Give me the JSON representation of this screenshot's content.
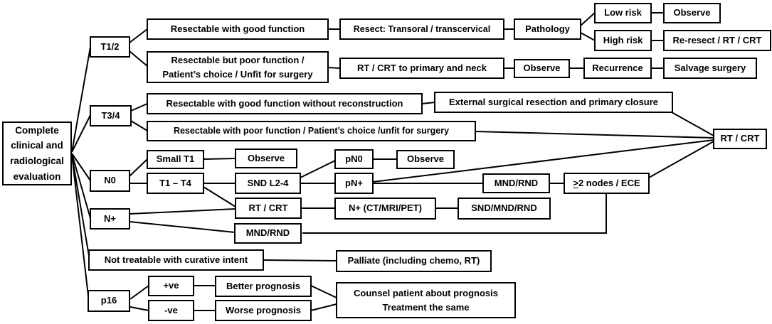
{
  "diagram": {
    "colors": {
      "background": "#ffffff",
      "box_border": "#000000",
      "line": "#000000",
      "text": "#000000"
    },
    "nodes": {
      "root": {
        "label": "Complete clinical and radiological evaluation"
      },
      "t12": {
        "label": "T1/2"
      },
      "resectable_good_function": {
        "label": "Resectable with good function"
      },
      "resect_transoral": {
        "label": "Resect: Transoral / transcervical"
      },
      "pathology": {
        "label": "Pathology"
      },
      "low_risk": {
        "label": "Low risk"
      },
      "observe_low_risk": {
        "label": "Observe"
      },
      "high_risk": {
        "label": "High risk"
      },
      "re_resect": {
        "label": "Re-resect / RT / CRT"
      },
      "resectable_poor_function": {
        "label": "Resectable but poor function /\nPatient’s choice / Unfit for surgery"
      },
      "rt_crt_primary_neck": {
        "label": "RT / CRT to primary and neck"
      },
      "observe_rt": {
        "label": "Observe"
      },
      "recurrence": {
        "label": "Recurrence"
      },
      "salvage_surgery": {
        "label": "Salvage surgery"
      },
      "t34": {
        "label": "T3/4"
      },
      "resectable_good_no_recon": {
        "label": "Resectable with good function without reconstruction"
      },
      "external_resection": {
        "label": "External surgical resection and primary closure"
      },
      "resectable_poor_t34": {
        "label": "Resectable with poor function / Patient’s choice /unfit for surgery"
      },
      "rt_crt_final": {
        "label": "RT / CRT"
      },
      "n0": {
        "label": "N0"
      },
      "small_t1": {
        "label": "Small T1"
      },
      "t1_t4": {
        "label": "T1 – T4"
      },
      "observe_small_t1": {
        "label": "Observe"
      },
      "snd_l24": {
        "label": "SND L2-4"
      },
      "pn0": {
        "label": "pN0"
      },
      "observe_pn0": {
        "label": "Observe"
      },
      "pn_plus": {
        "label": "pN+"
      },
      "mnd_rnd_pn": {
        "label": "MND/RND"
      },
      "ece": {
        "label_prefix": ">",
        "label_rest": "2 nodes / ECE"
      },
      "n_plus": {
        "label": "N+"
      },
      "rt_crt_n": {
        "label": "RT / CRT"
      },
      "n_ct_mri_pet": {
        "label": "N+ (CT/MRI/PET)"
      },
      "snd_mnd_rnd": {
        "label": "SND/MND/RND"
      },
      "mnd_rnd_n": {
        "label": "MND/RND"
      },
      "not_treatable": {
        "label": "Not treatable with curative intent"
      },
      "palliate": {
        "label": "Palliate (including chemo, RT)"
      },
      "p16": {
        "label": "p16"
      },
      "p16_positive": {
        "label": "+ve"
      },
      "p16_negative": {
        "label": "-ve"
      },
      "better_prognosis": {
        "label": "Better prognosis"
      },
      "worse_prognosis": {
        "label": "Worse prognosis"
      },
      "counsel": {
        "label": "Counsel patient about prognosis\nTreatment the same"
      }
    },
    "edges": [
      {
        "from": "root",
        "to": "t12"
      },
      {
        "from": "root",
        "to": "t34"
      },
      {
        "from": "root",
        "to": "n0"
      },
      {
        "from": "root",
        "to": "n_plus"
      },
      {
        "from": "root",
        "to": "not_treatable"
      },
      {
        "from": "root",
        "to": "p16"
      },
      {
        "from": "t12",
        "to": "resectable_good_function"
      },
      {
        "from": "t12",
        "to": "resectable_poor_function"
      },
      {
        "from": "resectable_good_function",
        "to": "resect_transoral"
      },
      {
        "from": "resect_transoral",
        "to": "pathology"
      },
      {
        "from": "pathology",
        "to": "low_risk"
      },
      {
        "from": "pathology",
        "to": "high_risk"
      },
      {
        "from": "low_risk",
        "to": "observe_low_risk"
      },
      {
        "from": "high_risk",
        "to": "re_resect"
      },
      {
        "from": "resectable_poor_function",
        "to": "rt_crt_primary_neck"
      },
      {
        "from": "rt_crt_primary_neck",
        "to": "observe_rt"
      },
      {
        "from": "observe_rt",
        "to": "recurrence"
      },
      {
        "from": "recurrence",
        "to": "salvage_surgery"
      },
      {
        "from": "t34",
        "to": "resectable_good_no_recon"
      },
      {
        "from": "t34",
        "to": "resectable_poor_t34"
      },
      {
        "from": "resectable_good_no_recon",
        "to": "external_resection"
      },
      {
        "from": "external_resection",
        "to": "rt_crt_final"
      },
      {
        "from": "resectable_poor_t34",
        "to": "rt_crt_final"
      },
      {
        "from": "n0",
        "to": "small_t1"
      },
      {
        "from": "n0",
        "to": "t1_t4"
      },
      {
        "from": "small_t1",
        "to": "observe_small_t1"
      },
      {
        "from": "t1_t4",
        "to": "snd_l24"
      },
      {
        "from": "t1_t4",
        "to": "rt_crt_n"
      },
      {
        "from": "snd_l24",
        "to": "pn0"
      },
      {
        "from": "snd_l24",
        "to": "pn_plus"
      },
      {
        "from": "pn0",
        "to": "observe_pn0"
      },
      {
        "from": "pn_plus",
        "to": "mnd_rnd_pn"
      },
      {
        "from": "pn_plus",
        "to": "rt_crt_final"
      },
      {
        "from": "mnd_rnd_pn",
        "to": "ece"
      },
      {
        "from": "ece",
        "to": "rt_crt_final"
      },
      {
        "from": "mnd_rnd_n",
        "to": "ece"
      },
      {
        "from": "n_plus",
        "to": "rt_crt_n"
      },
      {
        "from": "n_plus",
        "to": "mnd_rnd_n"
      },
      {
        "from": "rt_crt_n",
        "to": "n_ct_mri_pet"
      },
      {
        "from": "n_ct_mri_pet",
        "to": "snd_mnd_rnd"
      },
      {
        "from": "not_treatable",
        "to": "palliate"
      },
      {
        "from": "p16",
        "to": "p16_positive"
      },
      {
        "from": "p16",
        "to": "p16_negative"
      },
      {
        "from": "p16_positive",
        "to": "better_prognosis"
      },
      {
        "from": "p16_negative",
        "to": "worse_prognosis"
      },
      {
        "from": "better_prognosis",
        "to": "counsel"
      },
      {
        "from": "worse_prognosis",
        "to": "counsel"
      }
    ]
  }
}
